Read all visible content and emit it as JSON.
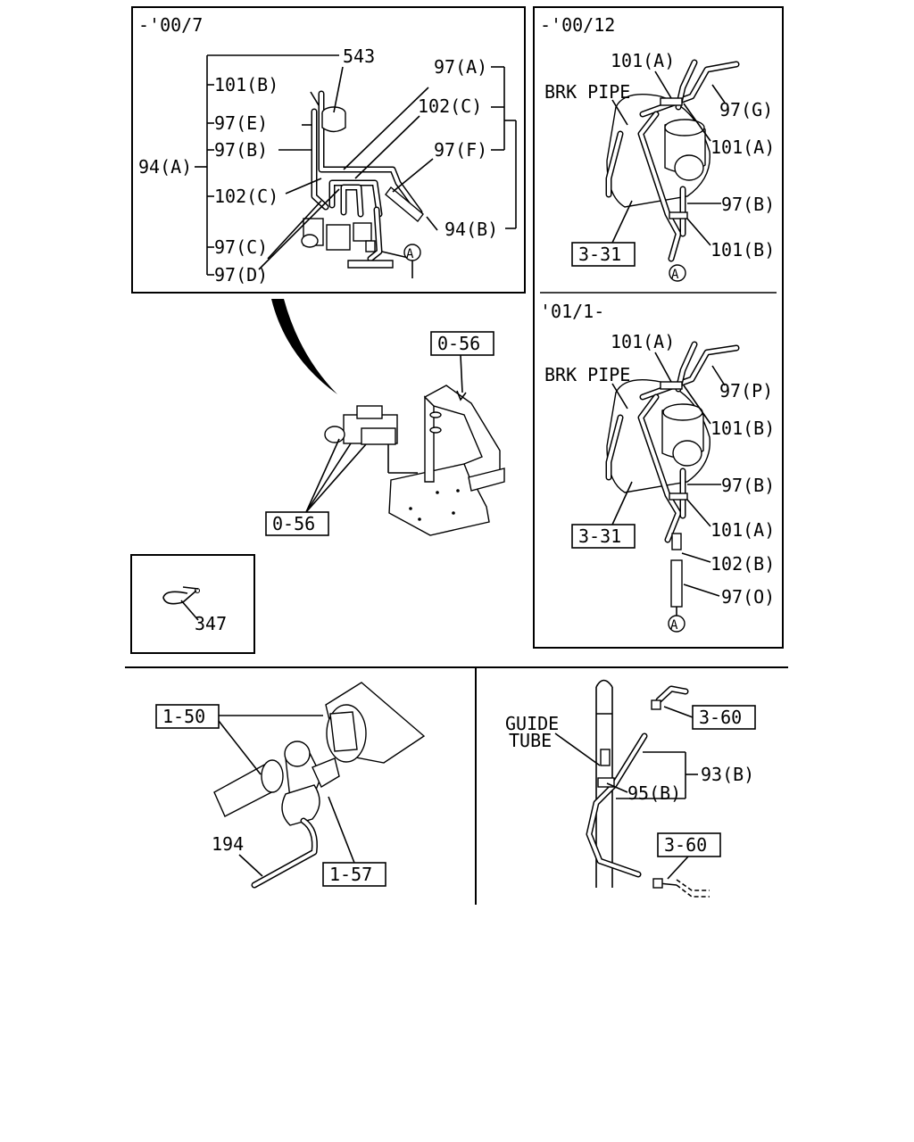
{
  "panels": {
    "top_left_title": "-'00/7",
    "top_right_title": "-'00/12",
    "mid_right_title": "'01/1-"
  },
  "labels": {
    "p543": "543",
    "p101b_tl": "101(B)",
    "p97e": "97(E)",
    "p97b_tl": "97(B)",
    "p94a": "94(A)",
    "p102c_tl_left": "102(C)",
    "p97c": "97(C)",
    "p97d": "97(D)",
    "p97a": "97(A)",
    "p102c_tl_right": "102(C)",
    "p97f": "97(F)",
    "p94b": "94(B)",
    "ref_a_tl": "A",
    "ref_056_top": "0-56",
    "ref_056_bottom": "0-56",
    "p347": "347",
    "tr_101a": "101(A)",
    "tr_brk": "BRK PIPE",
    "tr_97g": "97(G)",
    "tr_101a_2": "101(A)",
    "tr_97b": "97(B)",
    "tr_331": "3-31",
    "tr_101b": "101(B)",
    "tr_ref_a": "A",
    "mr_101a": "101(A)",
    "mr_brk": "BRK PIPE",
    "mr_97p": "97(P)",
    "mr_101b": "101(B)",
    "mr_97b": "97(B)",
    "mr_331": "3-31",
    "mr_101a_2": "101(A)",
    "mr_102b": "102(B)",
    "mr_97o": "97(O)",
    "mr_ref_a": "A",
    "bl_150": "1-50",
    "bl_194": "194",
    "bl_157": "1-57",
    "br_guide_1": "GUIDE",
    "br_guide_2": "TUBE",
    "br_360_top": "3-60",
    "br_93b": "93(B)",
    "br_95b": "95(B)",
    "br_360_bottom": "3-60"
  }
}
